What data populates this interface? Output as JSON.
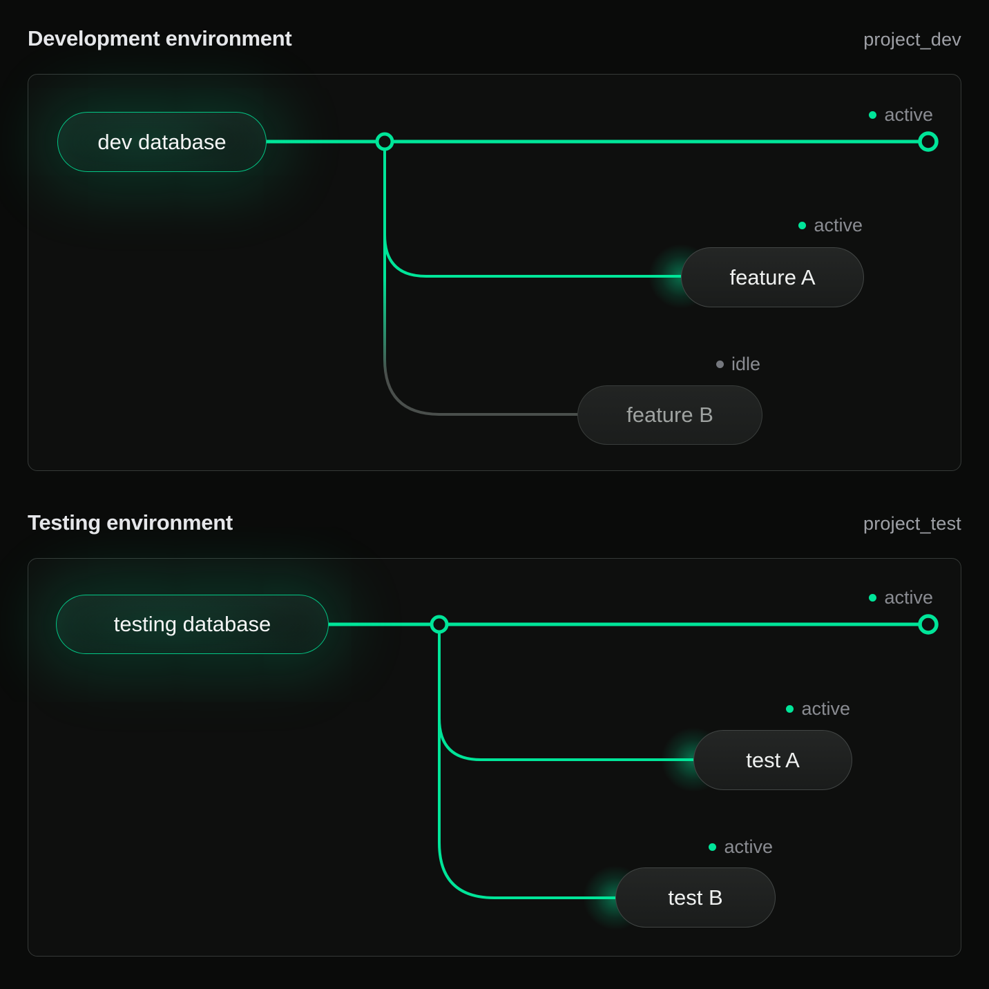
{
  "colors": {
    "accent_green": "#00e599",
    "idle_line_gray": "#4a4f4c",
    "panel_border": "#363a38",
    "status_text": "#8a8c92"
  },
  "environments": [
    {
      "title": "Development environment",
      "project": "project_dev",
      "root": {
        "label": "dev database"
      },
      "main_status": "active",
      "branches": [
        {
          "label": "feature A",
          "status": "active"
        },
        {
          "label": "feature B",
          "status": "idle"
        }
      ]
    },
    {
      "title": "Testing environment",
      "project": "project_test",
      "root": {
        "label": "testing database"
      },
      "main_status": "active",
      "branches": [
        {
          "label": "test A",
          "status": "active"
        },
        {
          "label": "test B",
          "status": "active"
        }
      ]
    }
  ]
}
